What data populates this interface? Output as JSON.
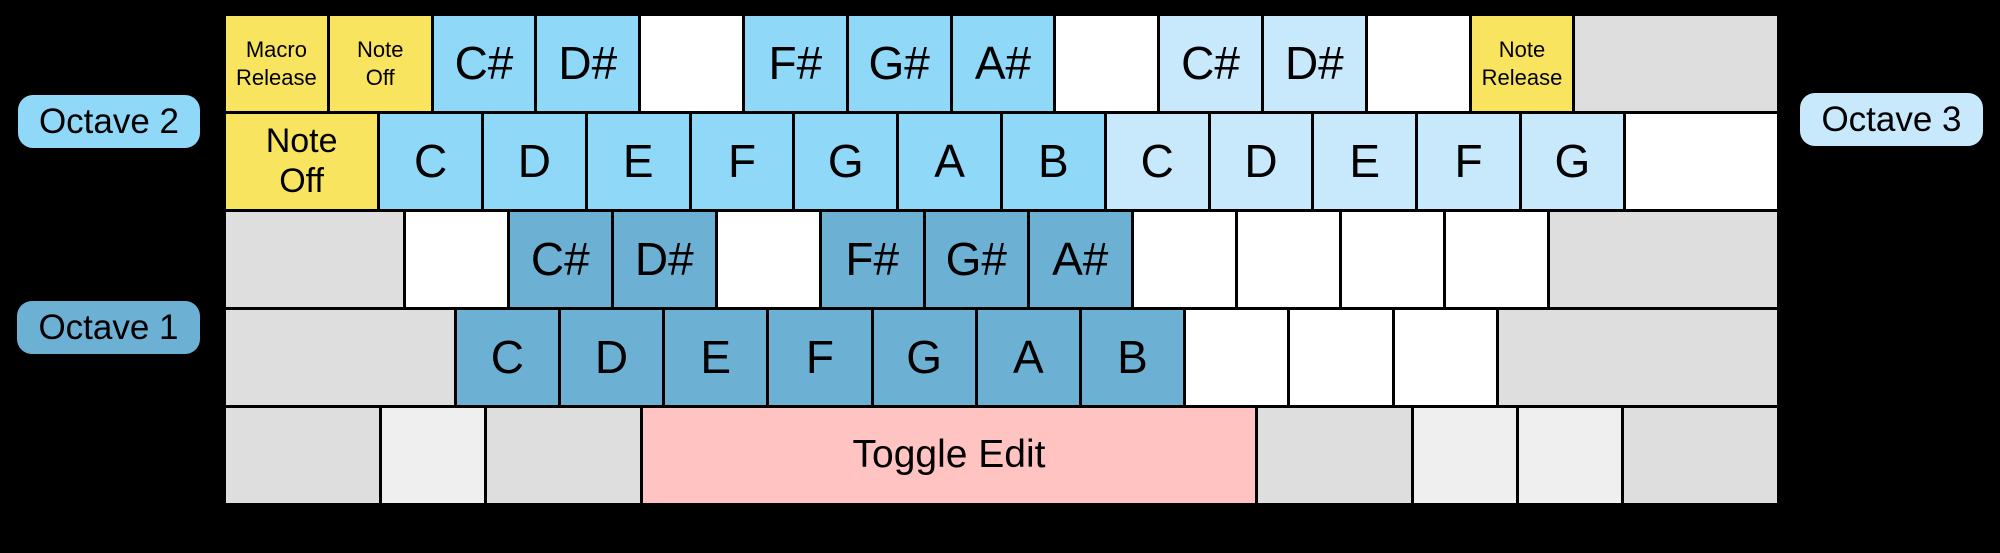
{
  "colors": {
    "background": "#000000",
    "border": "#000000",
    "yellow": "#F8E45E",
    "sky": "#8FD8F7",
    "pale": "#C7E9FB",
    "steel": "#6CB0D4",
    "white": "#FFFFFF",
    "gray": "#DEDEDE",
    "lightgray": "#EFEFEF",
    "pink": "#FFC4C2"
  },
  "badges": {
    "octave1": "Octave 1",
    "octave2": "Octave 2",
    "octave3": "Octave 3"
  },
  "keyboard": {
    "rows": [
      {
        "keys": [
          {
            "name": "key-macro-release",
            "label": "Macro\nRelease",
            "color": "yellow",
            "u": 1,
            "size": "small"
          },
          {
            "name": "key-note-off-top",
            "label": "Note\nOff",
            "color": "yellow",
            "u": 1,
            "size": "small"
          },
          {
            "name": "key-csharp-oct2",
            "label": "C#",
            "color": "sky",
            "u": 1
          },
          {
            "name": "key-dsharp-oct2",
            "label": "D#",
            "color": "sky",
            "u": 1
          },
          {
            "name": "key-blank",
            "label": "",
            "color": "white",
            "u": 1
          },
          {
            "name": "key-fsharp-oct2",
            "label": "F#",
            "color": "sky",
            "u": 1
          },
          {
            "name": "key-gsharp-oct2",
            "label": "G#",
            "color": "sky",
            "u": 1
          },
          {
            "name": "key-asharp-oct2",
            "label": "A#",
            "color": "sky",
            "u": 1
          },
          {
            "name": "key-blank",
            "label": "",
            "color": "white",
            "u": 1
          },
          {
            "name": "key-csharp-oct3",
            "label": "C#",
            "color": "pale",
            "u": 1
          },
          {
            "name": "key-dsharp-oct3",
            "label": "D#",
            "color": "pale",
            "u": 1
          },
          {
            "name": "key-blank",
            "label": "",
            "color": "white",
            "u": 1
          },
          {
            "name": "key-note-release",
            "label": "Note\nRelease",
            "color": "yellow",
            "u": 1,
            "size": "small"
          },
          {
            "name": "key-unused-gray",
            "label": "",
            "color": "gray",
            "u": 2
          }
        ]
      },
      {
        "keys": [
          {
            "name": "key-note-off-tab",
            "label": "Note\nOff",
            "color": "yellow",
            "u": 1.5,
            "size": "medium"
          },
          {
            "name": "key-c-oct2",
            "label": "C",
            "color": "sky",
            "u": 1
          },
          {
            "name": "key-d-oct2",
            "label": "D",
            "color": "sky",
            "u": 1
          },
          {
            "name": "key-e-oct2",
            "label": "E",
            "color": "sky",
            "u": 1
          },
          {
            "name": "key-f-oct2",
            "label": "F",
            "color": "sky",
            "u": 1
          },
          {
            "name": "key-g-oct2",
            "label": "G",
            "color": "sky",
            "u": 1
          },
          {
            "name": "key-a-oct2",
            "label": "A",
            "color": "sky",
            "u": 1
          },
          {
            "name": "key-b-oct2",
            "label": "B",
            "color": "sky",
            "u": 1
          },
          {
            "name": "key-c-oct3",
            "label": "C",
            "color": "pale",
            "u": 1
          },
          {
            "name": "key-d-oct3",
            "label": "D",
            "color": "pale",
            "u": 1
          },
          {
            "name": "key-e-oct3",
            "label": "E",
            "color": "pale",
            "u": 1
          },
          {
            "name": "key-f-oct3",
            "label": "F",
            "color": "pale",
            "u": 1
          },
          {
            "name": "key-g-oct3",
            "label": "G",
            "color": "pale",
            "u": 1
          },
          {
            "name": "key-blank",
            "label": "",
            "color": "white",
            "u": 1.5
          }
        ]
      },
      {
        "keys": [
          {
            "name": "key-unused-gray",
            "label": "",
            "color": "gray",
            "u": 1.75
          },
          {
            "name": "key-blank",
            "label": "",
            "color": "white",
            "u": 1
          },
          {
            "name": "key-csharp-oct1",
            "label": "C#",
            "color": "steel",
            "u": 1
          },
          {
            "name": "key-dsharp-oct1",
            "label": "D#",
            "color": "steel",
            "u": 1
          },
          {
            "name": "key-blank",
            "label": "",
            "color": "white",
            "u": 1
          },
          {
            "name": "key-fsharp-oct1",
            "label": "F#",
            "color": "steel",
            "u": 1
          },
          {
            "name": "key-gsharp-oct1",
            "label": "G#",
            "color": "steel",
            "u": 1
          },
          {
            "name": "key-asharp-oct1",
            "label": "A#",
            "color": "steel",
            "u": 1
          },
          {
            "name": "key-blank",
            "label": "",
            "color": "white",
            "u": 1
          },
          {
            "name": "key-blank",
            "label": "",
            "color": "white",
            "u": 1
          },
          {
            "name": "key-blank",
            "label": "",
            "color": "white",
            "u": 1
          },
          {
            "name": "key-blank",
            "label": "",
            "color": "white",
            "u": 1
          },
          {
            "name": "key-unused-gray",
            "label": "",
            "color": "gray",
            "u": 2.25
          }
        ]
      },
      {
        "keys": [
          {
            "name": "key-unused-gray",
            "label": "",
            "color": "gray",
            "u": 2.25
          },
          {
            "name": "key-c-oct1",
            "label": "C",
            "color": "steel",
            "u": 1
          },
          {
            "name": "key-d-oct1",
            "label": "D",
            "color": "steel",
            "u": 1
          },
          {
            "name": "key-e-oct1",
            "label": "E",
            "color": "steel",
            "u": 1
          },
          {
            "name": "key-f-oct1",
            "label": "F",
            "color": "steel",
            "u": 1
          },
          {
            "name": "key-g-oct1",
            "label": "G",
            "color": "steel",
            "u": 1
          },
          {
            "name": "key-a-oct1",
            "label": "A",
            "color": "steel",
            "u": 1
          },
          {
            "name": "key-b-oct1",
            "label": "B",
            "color": "steel",
            "u": 1
          },
          {
            "name": "key-blank",
            "label": "",
            "color": "white",
            "u": 1
          },
          {
            "name": "key-blank",
            "label": "",
            "color": "white",
            "u": 1
          },
          {
            "name": "key-blank",
            "label": "",
            "color": "white",
            "u": 1
          },
          {
            "name": "key-unused-gray",
            "label": "",
            "color": "gray",
            "u": 2.75
          }
        ]
      },
      {
        "keys": [
          {
            "name": "key-unused-gray",
            "label": "",
            "color": "gray",
            "u": 1.5
          },
          {
            "name": "key-unused-lightgray",
            "label": "",
            "color": "lightgray",
            "u": 1
          },
          {
            "name": "key-unused-gray",
            "label": "",
            "color": "gray",
            "u": 1.5
          },
          {
            "name": "key-toggle-edit-space",
            "label": "Toggle Edit",
            "color": "pink",
            "u": 6,
            "size": "space"
          },
          {
            "name": "key-unused-gray",
            "label": "",
            "color": "gray",
            "u": 1.5
          },
          {
            "name": "key-unused-lightgray",
            "label": "",
            "color": "lightgray",
            "u": 1
          },
          {
            "name": "key-unused-lightgray",
            "label": "",
            "color": "lightgray",
            "u": 1
          },
          {
            "name": "key-unused-gray",
            "label": "",
            "color": "gray",
            "u": 1.5
          }
        ]
      }
    ]
  }
}
